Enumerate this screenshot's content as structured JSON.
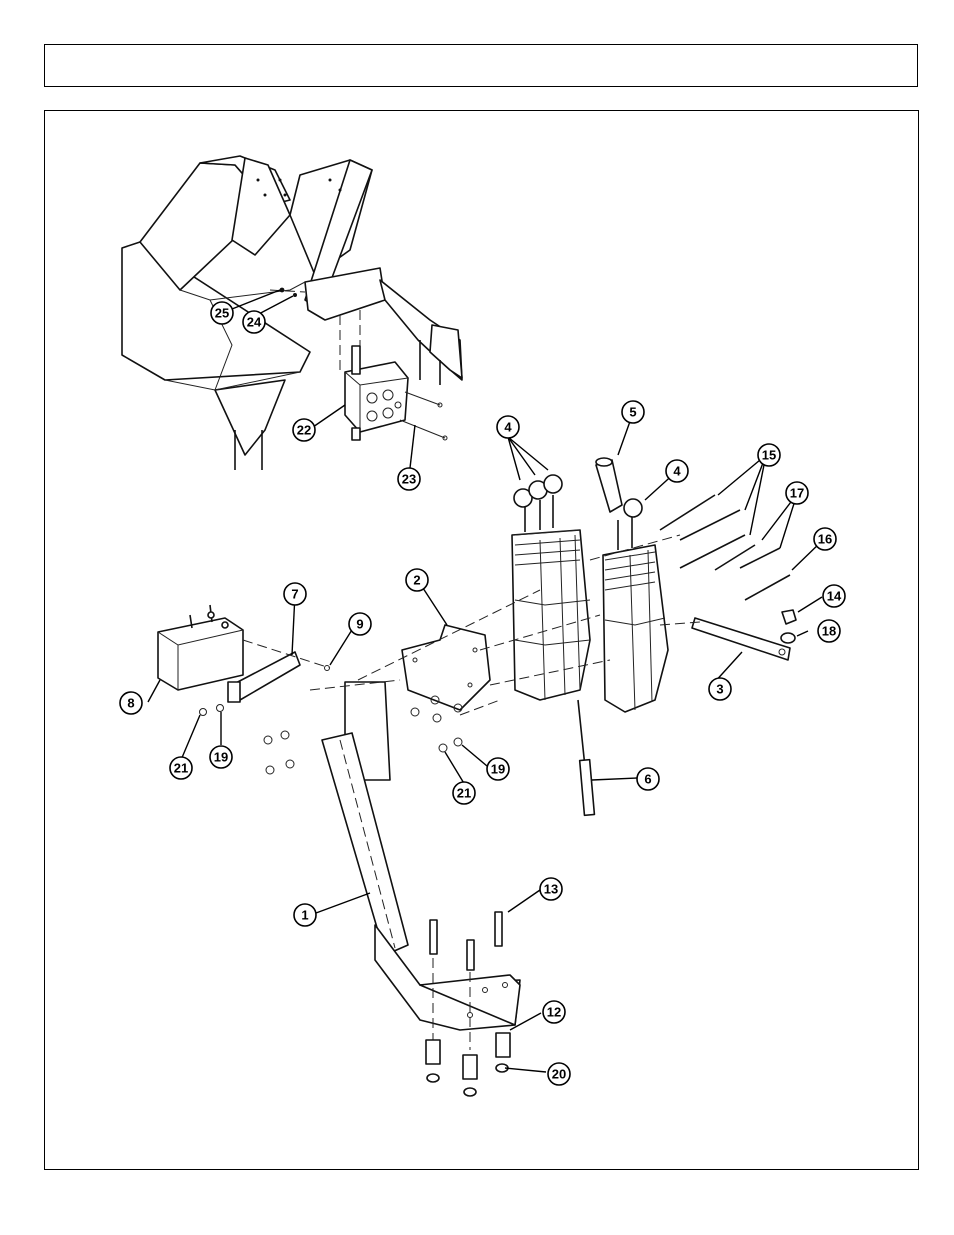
{
  "header": {
    "title": ""
  },
  "diagram": {
    "callouts": [
      {
        "id": "c1",
        "label": "1"
      },
      {
        "id": "c2",
        "label": "2"
      },
      {
        "id": "c3",
        "label": "3"
      },
      {
        "id": "c4a",
        "label": "4"
      },
      {
        "id": "c4b",
        "label": "4"
      },
      {
        "id": "c5",
        "label": "5"
      },
      {
        "id": "c6",
        "label": "6"
      },
      {
        "id": "c7",
        "label": "7"
      },
      {
        "id": "c8",
        "label": "8"
      },
      {
        "id": "c9",
        "label": "9"
      },
      {
        "id": "c12",
        "label": "12"
      },
      {
        "id": "c13",
        "label": "13"
      },
      {
        "id": "c14",
        "label": "14"
      },
      {
        "id": "c15",
        "label": "15"
      },
      {
        "id": "c16",
        "label": "16"
      },
      {
        "id": "c17",
        "label": "17"
      },
      {
        "id": "c18",
        "label": "18"
      },
      {
        "id": "c19a",
        "label": "19"
      },
      {
        "id": "c19b",
        "label": "19"
      },
      {
        "id": "c20",
        "label": "20"
      },
      {
        "id": "c21a",
        "label": "21"
      },
      {
        "id": "c21b",
        "label": "21"
      },
      {
        "id": "c22",
        "label": "22"
      },
      {
        "id": "c23",
        "label": "23"
      },
      {
        "id": "c24",
        "label": "24"
      },
      {
        "id": "c25",
        "label": "25"
      }
    ]
  }
}
